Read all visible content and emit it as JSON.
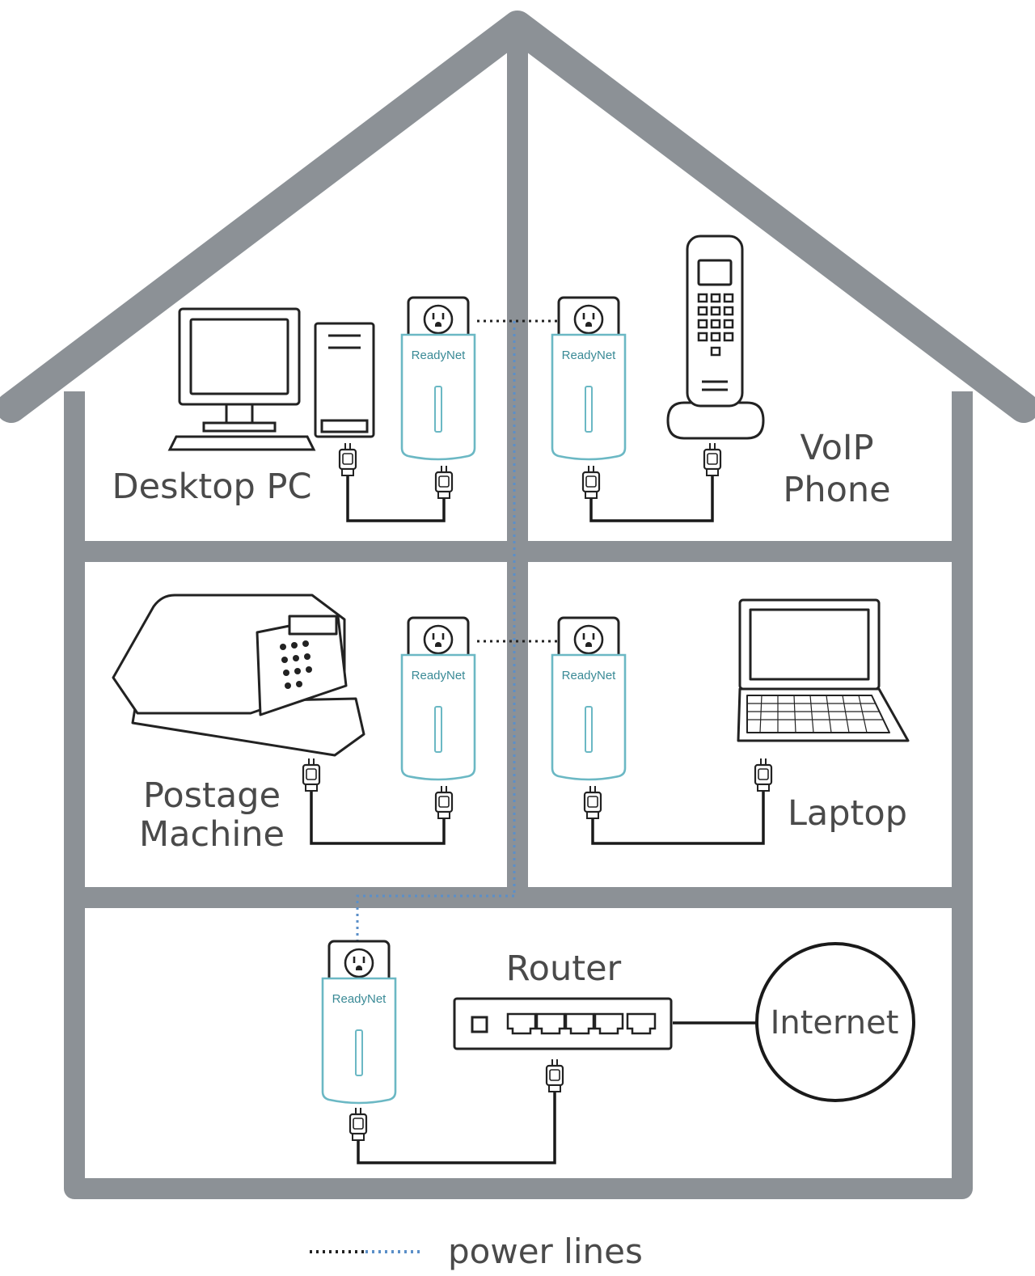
{
  "labels": {
    "desktop_pc": "Desktop PC",
    "voip_line1": "VoIP",
    "voip_line2": "Phone",
    "postage_line1": "Postage",
    "postage_line2": "Machine",
    "laptop": "Laptop",
    "router": "Router",
    "internet": "Internet"
  },
  "adapter_brand": "ReadyNet",
  "legend": {
    "text": "power lines"
  },
  "colors": {
    "house": "#8c9196",
    "adapter_outline": "#6bb8c4",
    "power_line_blue": "#5b8fc8",
    "wire": "#1a1a1a"
  },
  "icons": {
    "adapter": "powerline-adapter-icon",
    "plug": "power-plug-icon",
    "monitor": "monitor-icon",
    "tower": "pc-tower-icon",
    "phone": "cordless-phone-icon",
    "postage": "postage-machine-icon",
    "laptop": "laptop-icon",
    "router": "router-icon"
  }
}
